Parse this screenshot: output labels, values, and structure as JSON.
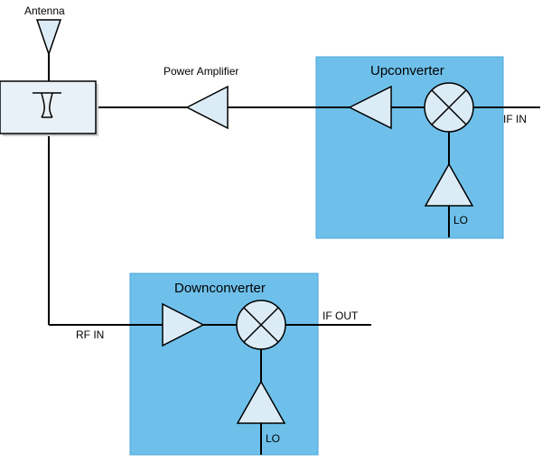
{
  "labels": {
    "antenna": "Antenna",
    "power_amplifier": "Power Amplifier",
    "upconverter": "Upconverter",
    "downconverter": "Downconverter",
    "if_in": "IF IN",
    "if_out": "IF OUT",
    "rf_in": "RF IN",
    "lo_up": "LO",
    "lo_down": "LO"
  },
  "colors": {
    "block_fill": "#6ec0ea",
    "block_stroke": "#4aa6d9",
    "component_fill": "#dcecf7",
    "duplexer_fill": "#e9f1f8",
    "line": "#000000"
  }
}
